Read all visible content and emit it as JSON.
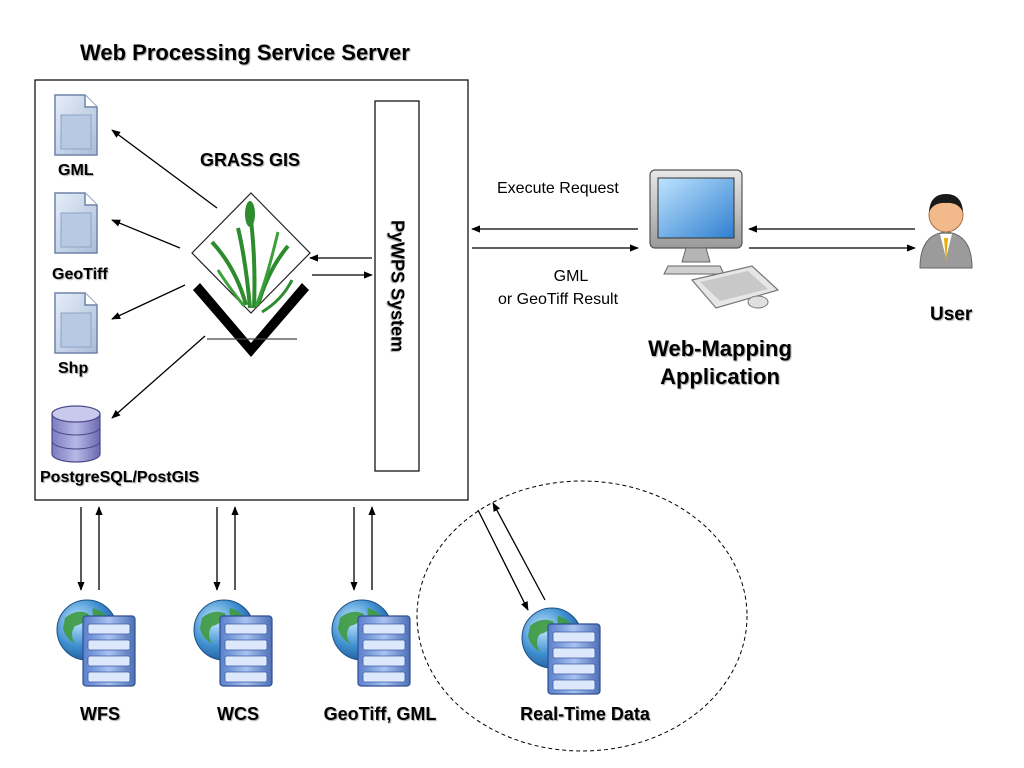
{
  "title": "Web Processing Service Server",
  "grass_label": "GRASS GIS",
  "pywps_label": "PyWPS System",
  "files": [
    {
      "label": "GML",
      "icon": "gml-file-icon"
    },
    {
      "label": "GeoTiff",
      "icon": "geotiff-file-icon"
    },
    {
      "label": "Shp",
      "icon": "shp-file-icon"
    }
  ],
  "database_label": "PostgreSQL/PostGIS",
  "request_label": "Execute Request",
  "result_label_line1": "GML",
  "result_label_line2": "or GeoTiff Result",
  "webmapping_line1": "Web-Mapping",
  "webmapping_line2": "Application",
  "user_label": "User",
  "services": [
    {
      "label": "WFS"
    },
    {
      "label": "WCS"
    },
    {
      "label": "GeoTiff, GML"
    },
    {
      "label": "Real-Time Data"
    }
  ],
  "colors": {
    "file_fill": "#c9d6ea",
    "db_fill": "#9a9ad0",
    "grass_green": "#2e8b2e",
    "server_blue": "#6a8fd8",
    "globe_green": "#3f9a3f"
  }
}
